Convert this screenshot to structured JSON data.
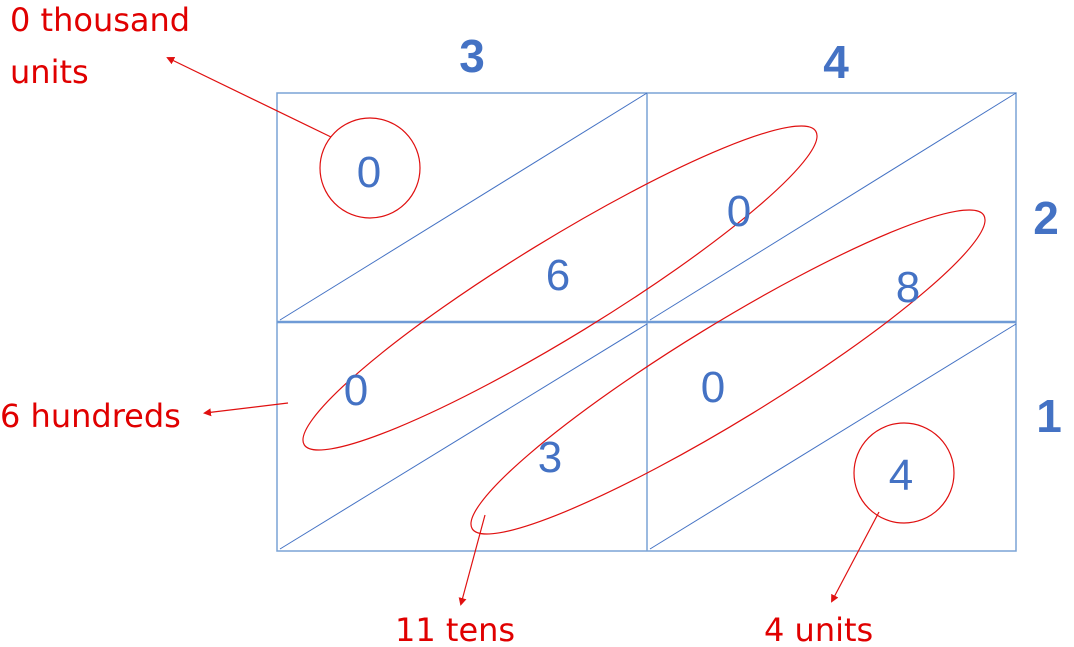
{
  "diagram": {
    "type": "lattice-multiplication",
    "colors": {
      "grid": "#7aa3d6",
      "digits": "#4472c4",
      "annotations": "#e00000"
    },
    "top_factors": [
      "3",
      "4"
    ],
    "right_factors": [
      "2",
      "1"
    ],
    "cells": [
      {
        "row": 0,
        "col": 0,
        "tens": "0",
        "units": "6"
      },
      {
        "row": 0,
        "col": 1,
        "tens": "0",
        "units": "8"
      },
      {
        "row": 1,
        "col": 0,
        "tens": "0",
        "units": "3"
      },
      {
        "row": 1,
        "col": 1,
        "tens": "0",
        "units": "4"
      }
    ],
    "annotations": {
      "thousands_line1": "0 thousand",
      "thousands_line2": "units",
      "hundreds": "6 hundreds",
      "tens": "11 tens",
      "units": "4 units"
    }
  }
}
